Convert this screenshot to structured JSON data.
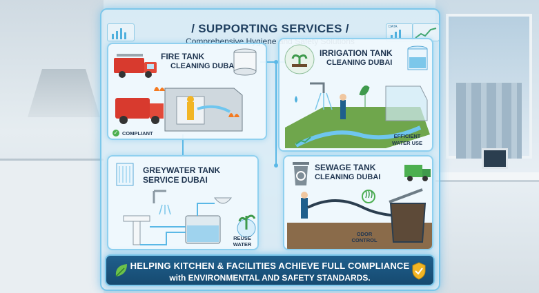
{
  "header": {
    "title": "/ SUPPORTING SERVICES /",
    "subtitle": "Comprehensive Hygiene and Safety Solutions",
    "mini_label": "DATA"
  },
  "cards": {
    "fire": {
      "title_line1": "FIRE TANK",
      "title_line2": "CLEANING DUBAI",
      "tag": "COMPLIANT",
      "tag_icon": "check-icon"
    },
    "irrigation": {
      "title_line1": "IRRIGATION TANK",
      "title_line2": "CLEANING DUBAI",
      "tag_line1": "EFFICIENT",
      "tag_line2": "WATER USE"
    },
    "greywater": {
      "title_line1": "GREYWATER TANK",
      "title_line2": "SERVICE DUBAI",
      "tag_line1": "REUSE",
      "tag_line2": "WATER"
    },
    "sewage": {
      "title_line1": "SEWAGE TANK",
      "title_line2": "CLEANING DUBAI",
      "tag_line1": "ODOR",
      "tag_line2": "CONTROL"
    }
  },
  "banner": {
    "line1": "HELPING KITCHEN & FACILITIES ACHIEVE FULL COMPLIANCE",
    "line2": "with ENVIRONMENTAL AND SAFETY STANDARDS.",
    "left_icon": "leaf-icon",
    "right_icon": "shield-check-icon"
  },
  "colors": {
    "accent": "#7cc7ea",
    "banner": "#1f5f8c",
    "text": "#1f3550",
    "green": "#4caf50",
    "shield": "#f2b524"
  }
}
